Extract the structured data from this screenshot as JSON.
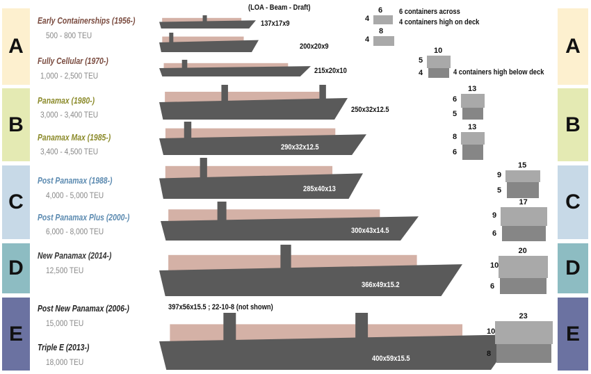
{
  "legend": {
    "header": "(LOA - Beam - Draft)",
    "across": "6 containers across",
    "high_on_deck": "4 containers high on deck",
    "below_deck": "4 containers high below deck"
  },
  "classes": [
    "A",
    "B",
    "C",
    "D",
    "E"
  ],
  "colors": {
    "A": "#fdf0cf",
    "B": "#e4eab3",
    "C": "#c7d9e7",
    "D": "#8dbcc2",
    "E": "#6b72a1",
    "hull": "#5a5a5a",
    "cargo": "#d4b1a6",
    "deck": "#a9a9a9",
    "below": "#868686"
  },
  "generations": [
    {
      "name": "Early Containerships (1956-)",
      "teu": "500 - 800 TEU",
      "dims": [
        "137x17x9",
        "200x20x9"
      ]
    },
    {
      "name": "Fully Cellular (1970-)",
      "teu": "1,000 - 2,500 TEU",
      "dims": [
        "215x20x10"
      ]
    },
    {
      "name": "Panamax (1980-)",
      "teu": "3,000 - 3,400 TEU",
      "dims": [
        "250x32x12.5"
      ]
    },
    {
      "name": "Panamax Max (1985-)",
      "teu": "3,400 - 4,500 TEU",
      "dims": [
        "290x32x12.5"
      ]
    },
    {
      "name": "Post Panamax (1988-)",
      "teu": "4,000 - 5,000 TEU",
      "dims": [
        "285x40x13"
      ]
    },
    {
      "name": "Post Panamax Plus (2000-)",
      "teu": "6,000 - 8,000 TEU",
      "dims": [
        "300x43x14.5"
      ]
    },
    {
      "name": "New Panamax (2014-)",
      "teu": "12,500 TEU",
      "dims": [
        "366x49x15.2"
      ]
    },
    {
      "name": "Post New Panamax (2006-)",
      "teu": "15,000 TEU",
      "dims": [
        "397x56x15.5 ; 22-10-8 (not shown)"
      ]
    },
    {
      "name": "Triple E (2013-)",
      "teu": "18,000 TEU",
      "dims": [
        "400x59x15.5"
      ]
    }
  ],
  "sections": [
    {
      "across": "6",
      "deck": "4",
      "below": ""
    },
    {
      "across": "8",
      "deck": "4",
      "below": ""
    },
    {
      "across": "10",
      "deck": "5",
      "below": "4"
    },
    {
      "across": "13",
      "deck": "6",
      "below": "5"
    },
    {
      "across": "13",
      "deck": "8",
      "below": "6"
    },
    {
      "across": "15",
      "deck": "9",
      "below": "5"
    },
    {
      "across": "17",
      "deck": "9",
      "below": "6"
    },
    {
      "across": "20",
      "deck": "10",
      "below": "6"
    },
    {
      "across": "23",
      "deck": "10",
      "below": "8"
    }
  ]
}
